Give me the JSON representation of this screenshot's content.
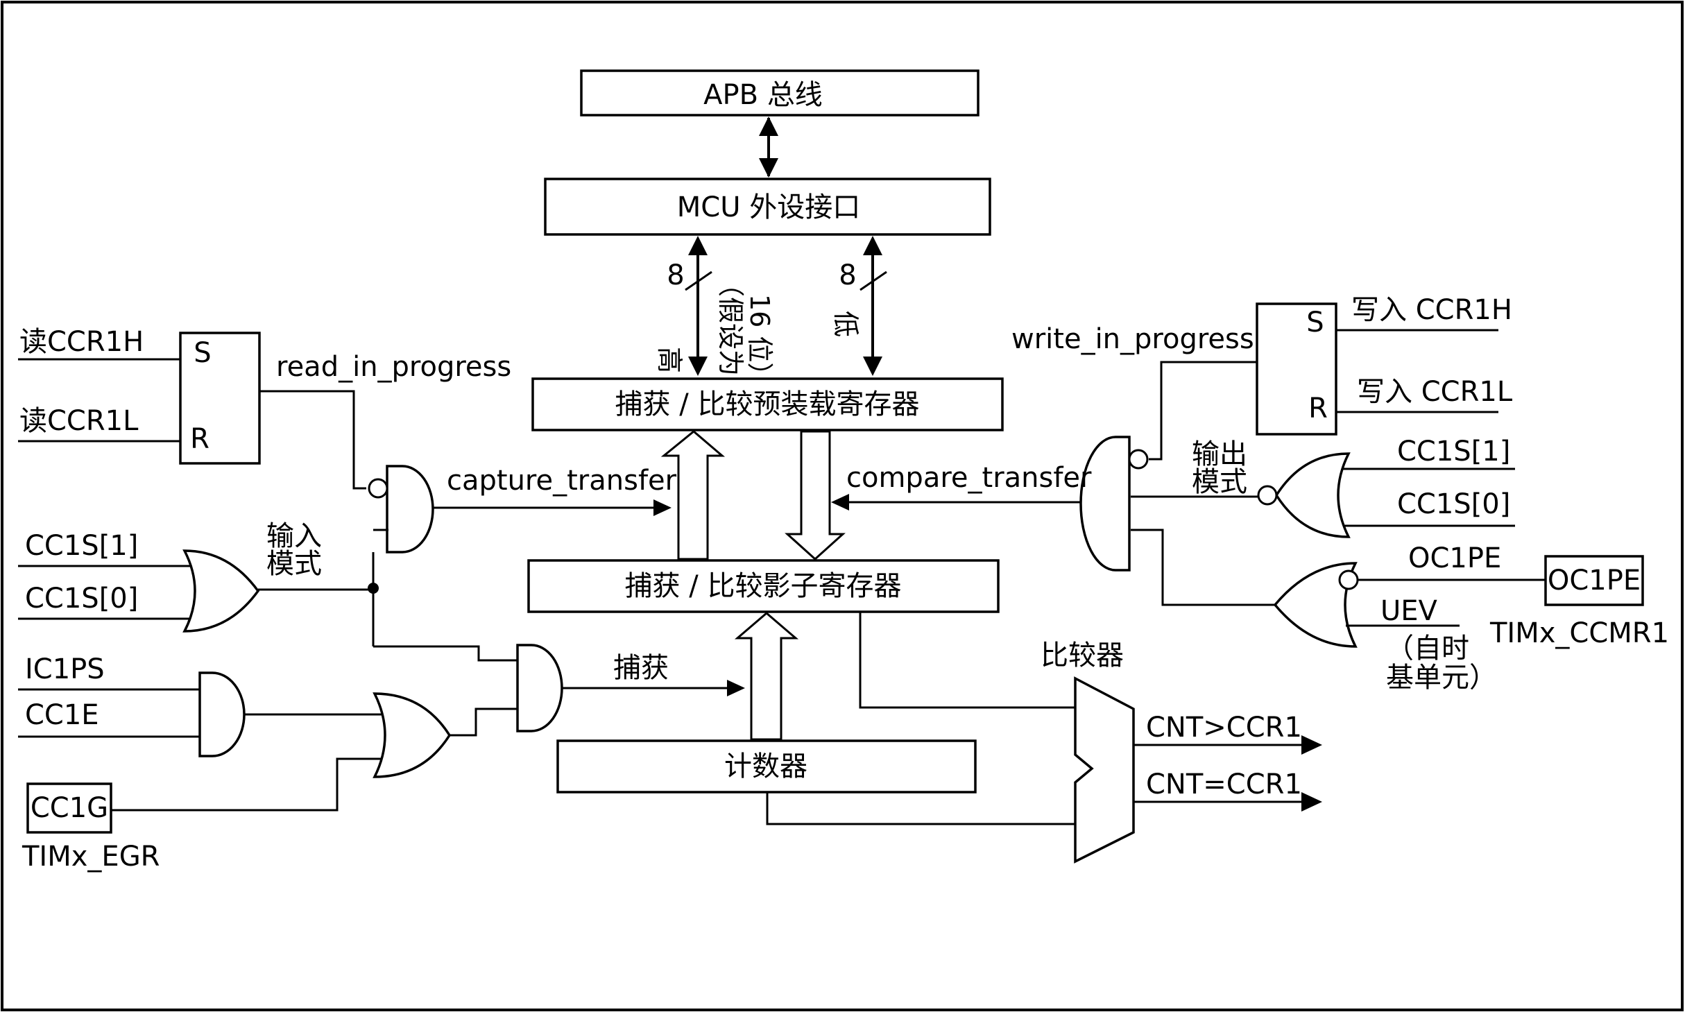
{
  "blocks": {
    "apb_bus": "APB 总线",
    "mcu_interface": "MCU 外设接口",
    "preload_register": "捕获 / 比较预装载寄存器",
    "shadow_register": "捕获 / 比较影子寄存器",
    "counter": "计数器"
  },
  "bus_labels": {
    "high_width": "8",
    "high_char": "高",
    "high_note_1": "（假设为",
    "high_note_2": "16 位）",
    "low_width": "8",
    "low_char": "低"
  },
  "left": {
    "read_ccr1h": "读CCR1H",
    "read_ccr1l": "读CCR1L",
    "sr_s": "S",
    "sr_r": "R",
    "read_in_progress": "read_in_progress",
    "capture_transfer": "capture_transfer",
    "cc1s1": "CC1S[1]",
    "cc1s0": "CC1S[0]",
    "input_mode_1": "输入",
    "input_mode_2": "模式",
    "ic1ps": "IC1PS",
    "cc1e": "CC1E",
    "cc1g": "CC1G",
    "timx_egr": "TIMx_EGR",
    "capture": "捕获"
  },
  "right": {
    "write_ccr1h": "写入 CCR1H",
    "write_ccr1l": "写入 CCR1L",
    "sr_s": "S",
    "sr_r": "R",
    "write_in_progress": "write_in_progress",
    "compare_transfer": "compare_transfer",
    "output_mode_1": "输出",
    "output_mode_2": "模式",
    "cc1s1": "CC1S[1]",
    "cc1s0": "CC1S[0]",
    "oc1pe": "OC1PE",
    "oc1pe_box": "OC1PE",
    "timx_ccmr1": "TIMx_CCMR1",
    "uev": "UEV",
    "uev_note_1": "（自时",
    "uev_note_2": "基单元）",
    "comparator": "比较器",
    "cnt_gt": "CNT>CCR1",
    "cnt_eq": "CNT=CCR1"
  }
}
